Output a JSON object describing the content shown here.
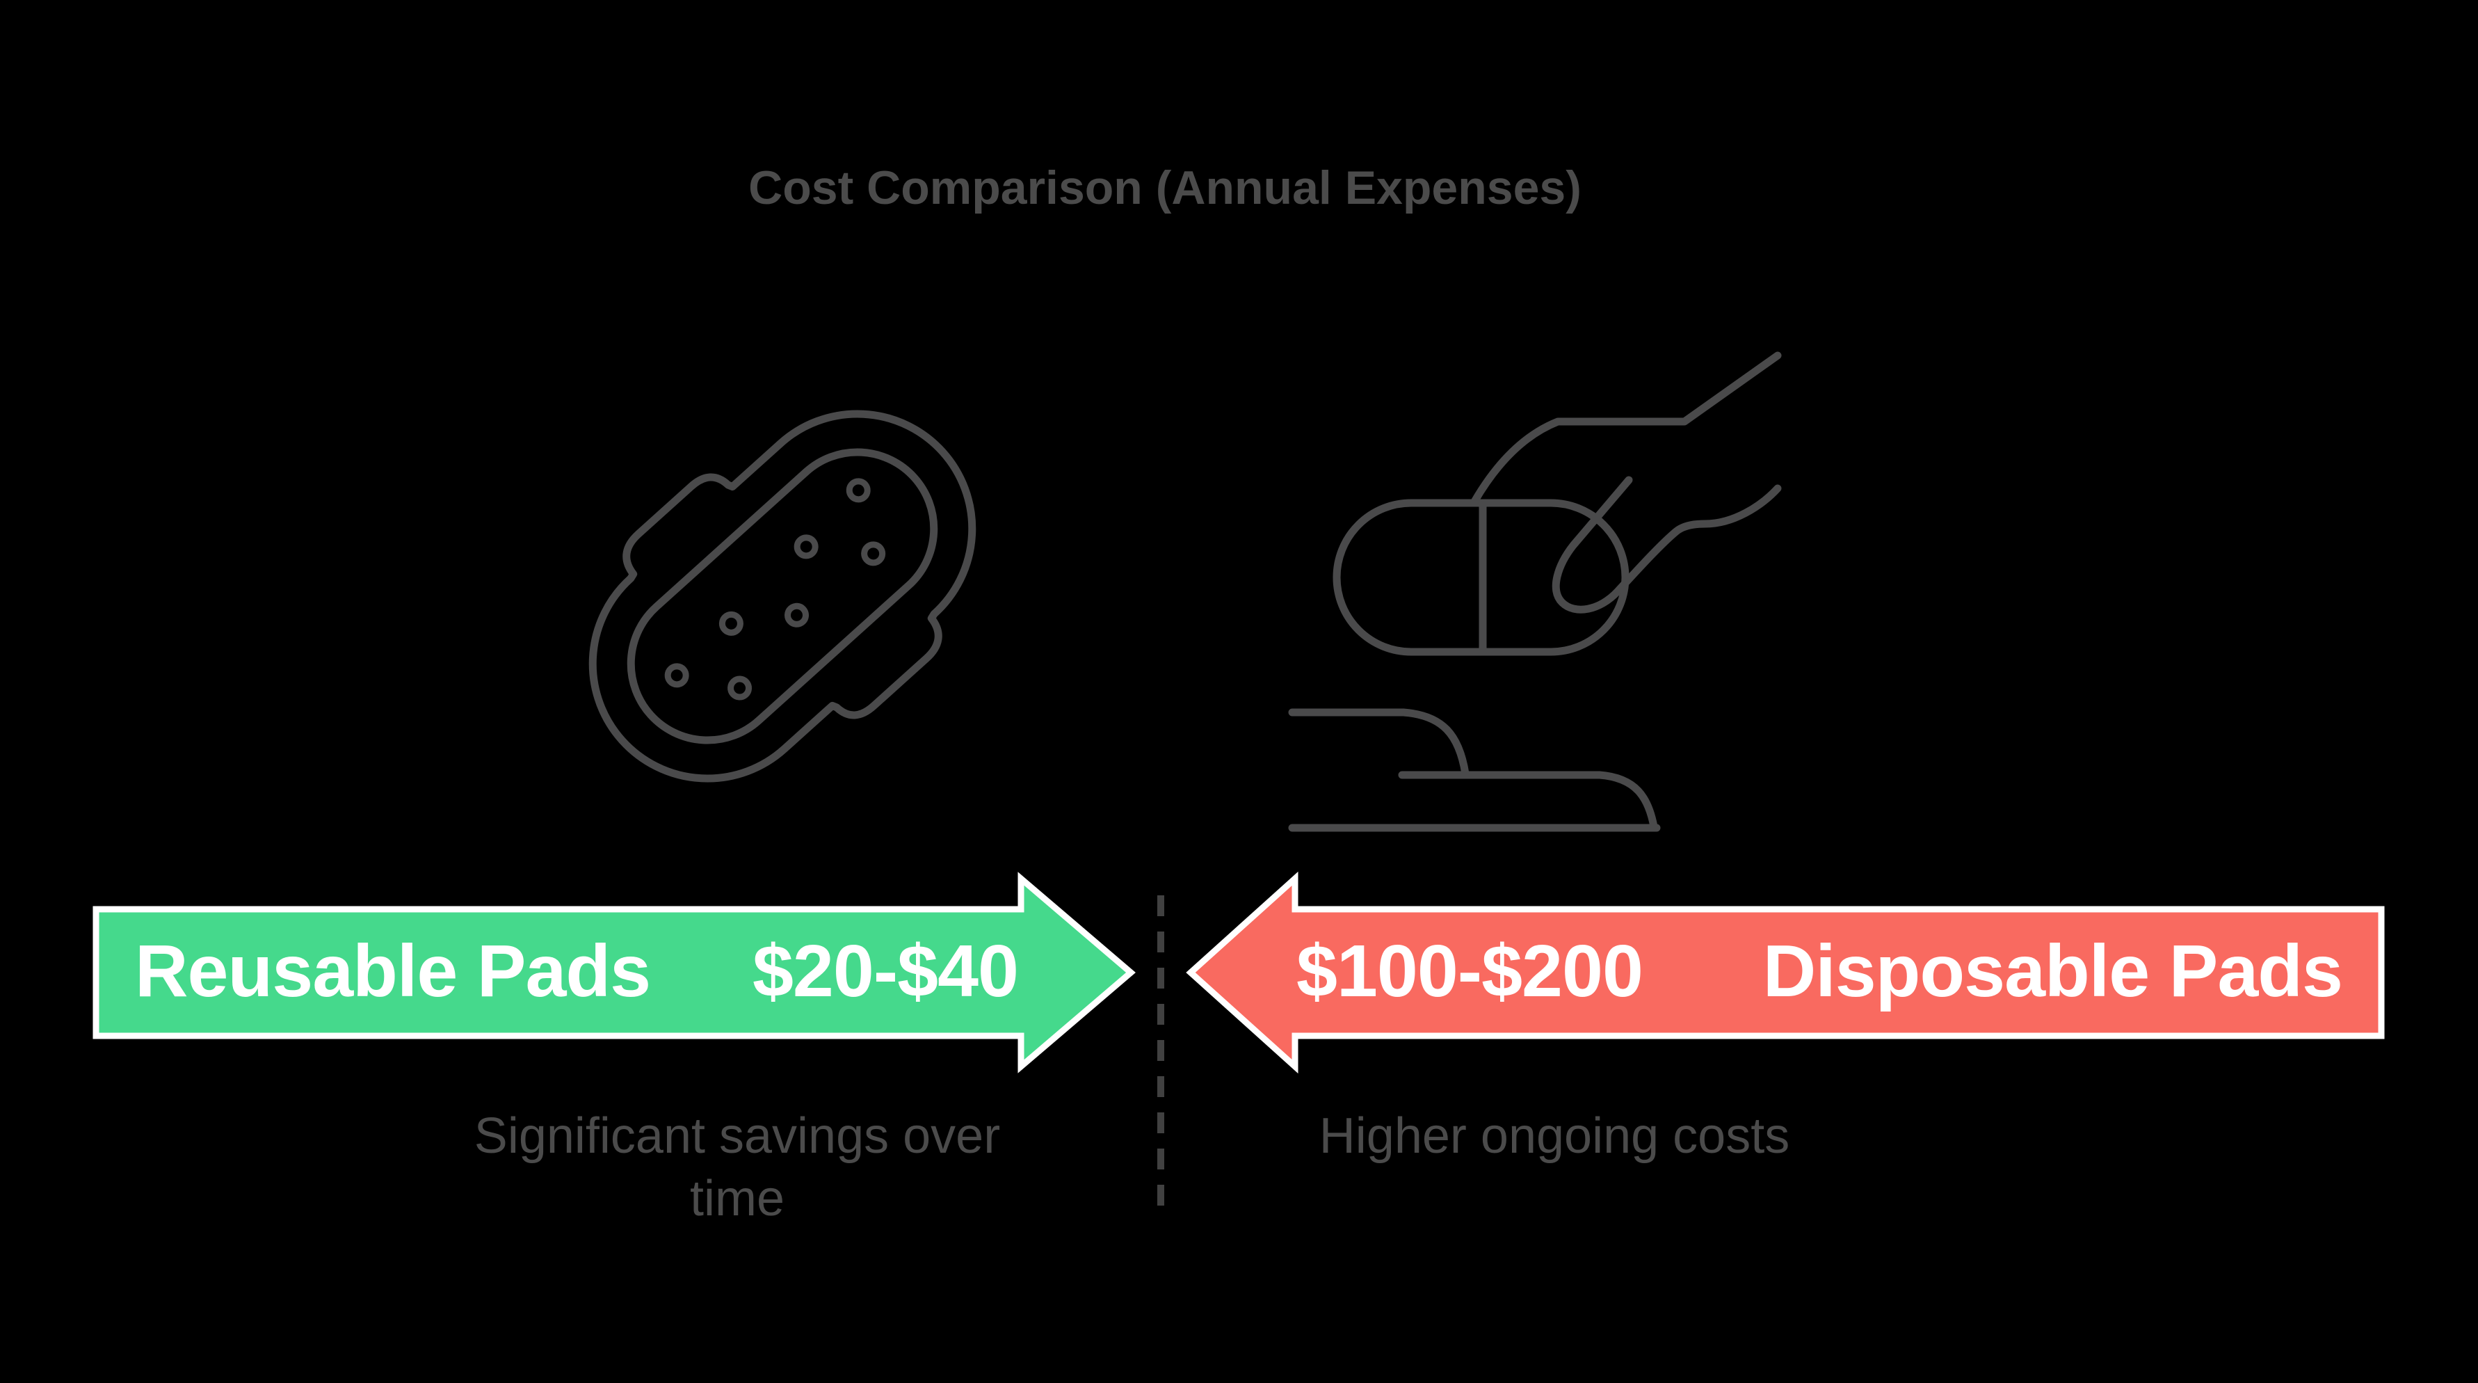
{
  "title": "Cost Comparison (Annual Expenses)",
  "colors": {
    "background": "#000000",
    "muted_text": "#4b4b4b",
    "icon_stroke": "#4a4a4b",
    "divider": "#414141",
    "arrow_text": "#ffffff",
    "arrow_border": "#ffffff",
    "green": "#45d98c",
    "red": "#f96a60"
  },
  "left_side": {
    "arrow_label": "Reusable Pads",
    "arrow_value": "$20-$40",
    "caption": "Significant savings over time",
    "icon": "reusable-cloth-pad-icon"
  },
  "right_side": {
    "arrow_value": "$100-$200",
    "arrow_label": "Disposable Pads",
    "caption": "Higher ongoing costs",
    "icon": "hand-taking-disposable-pad-icon"
  }
}
